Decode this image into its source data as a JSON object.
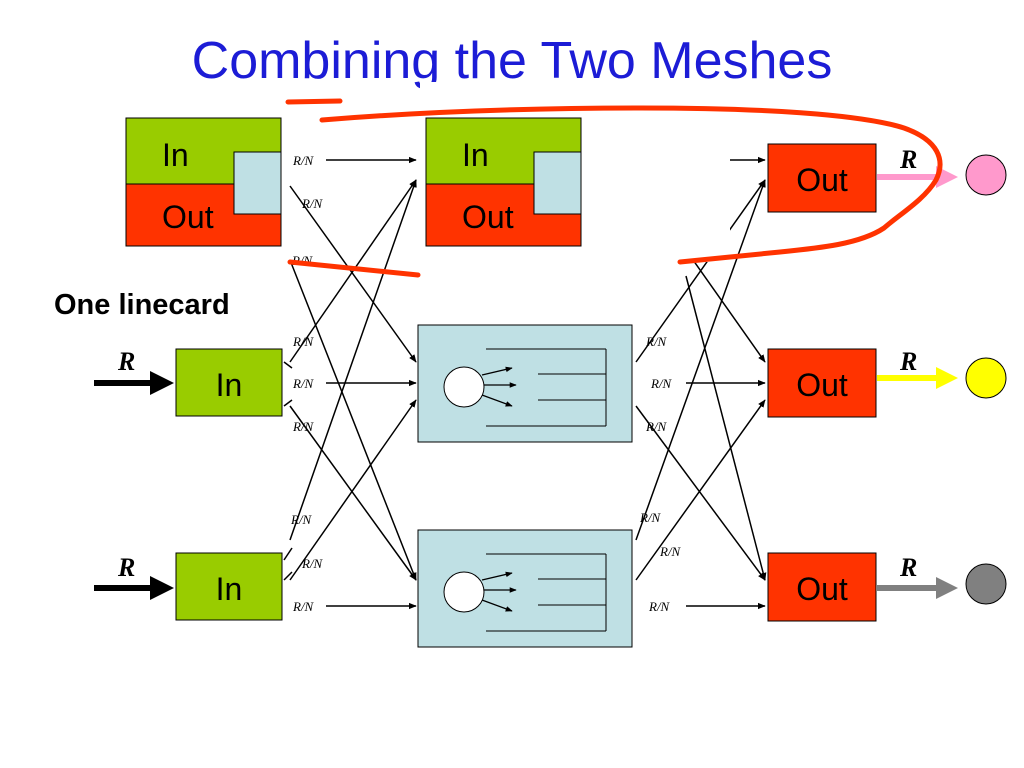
{
  "title": "Combining the Two Meshes",
  "caption": "One linecard",
  "labels": {
    "in": "In",
    "out": "Out",
    "rate": "R",
    "rate_per_n": "R/N"
  },
  "colors": {
    "in_box": "#99cc00",
    "out_box": "#ff3300",
    "switch_box": "#bfe0e4",
    "highlight": "#ff3300",
    "title": "#1c1cd6",
    "output_1": "#ff99cc",
    "output_2": "#ffff00",
    "output_3": "#808080"
  }
}
